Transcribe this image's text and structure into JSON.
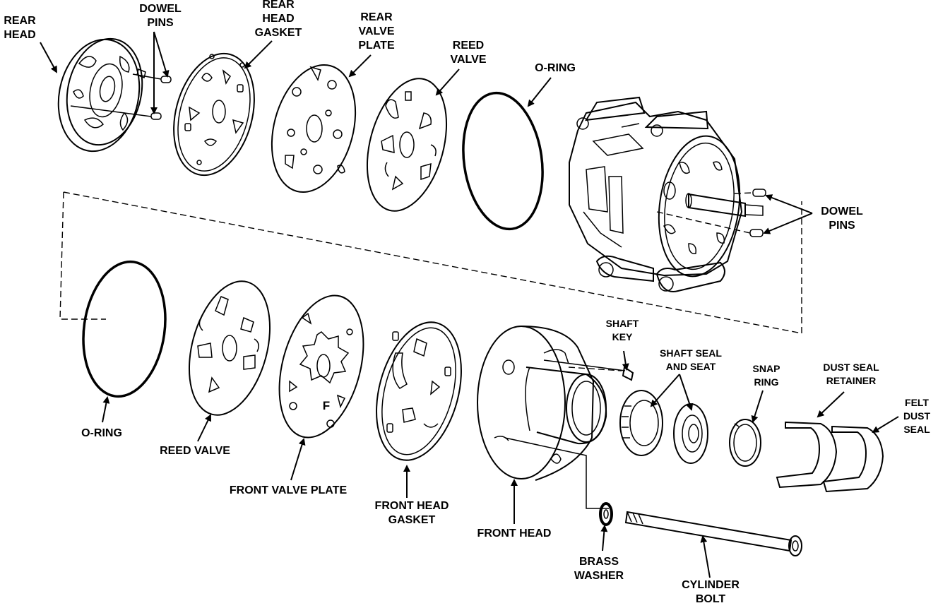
{
  "labels": {
    "rear_head": "REAR\nHEAD",
    "dowel_pins_top": "DOWEL\nPINS",
    "rear_head_gasket": "REAR\nHEAD\nGASKET",
    "rear_valve_plate": "REAR\nVALVE\nPLATE",
    "reed_valve_top": "REED\nVALVE",
    "o_ring_top": "O-RING",
    "dowel_pins_right": "DOWEL\nPINS",
    "o_ring_bottom": "O-RING",
    "reed_valve_bottom": "REED VALVE",
    "front_valve_plate": "FRONT VALVE PLATE",
    "front_head_gasket": "FRONT HEAD\nGASKET",
    "front_head": "FRONT HEAD",
    "shaft_key": "SHAFT\nKEY",
    "shaft_seal_and_seat": "SHAFT SEAL\nAND SEAT",
    "snap_ring": "SNAP\nRING",
    "dust_seal_retainer": "DUST SEAL\nRETAINER",
    "felt_dust_seal": "FELT\nDUST\nSEAL",
    "brass_washer": "BRASS\nWASHER",
    "cylinder_bolt": "CYLINDER\nBOLT",
    "plate_mark": "F"
  }
}
